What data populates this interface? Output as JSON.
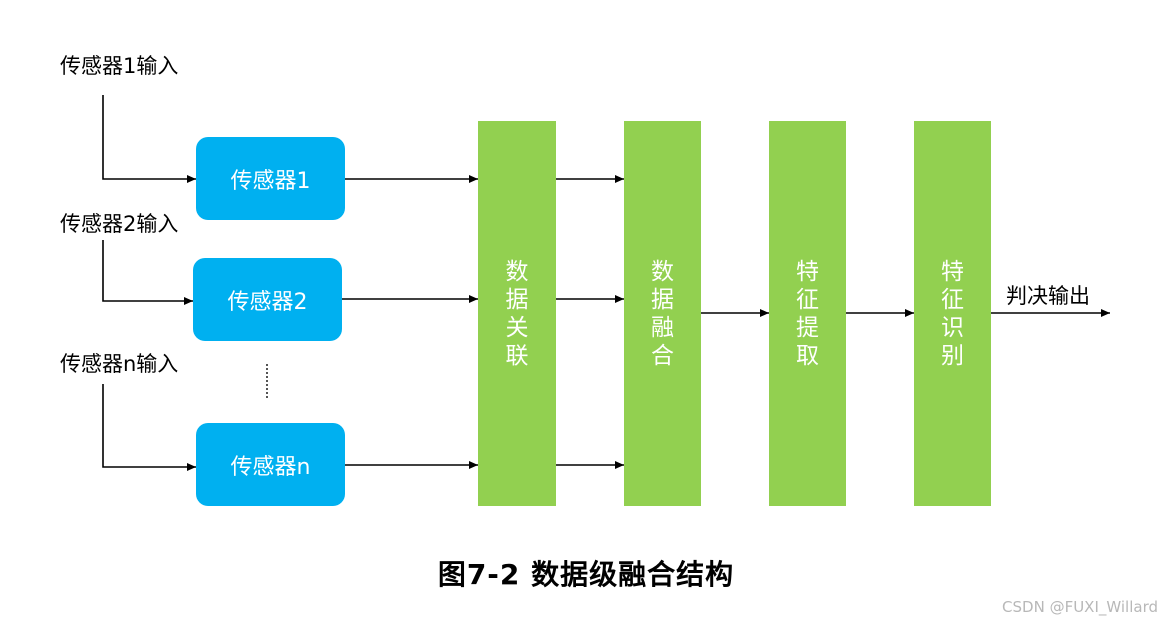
{
  "inputs": [
    {
      "label": "传感器1输入",
      "sensor": "传感器1"
    },
    {
      "label": "传感器2输入",
      "sensor": "传感器2"
    },
    {
      "label": "传感器n输入",
      "sensor": "传感器n"
    }
  ],
  "stages": [
    {
      "label": "数据关联"
    },
    {
      "label": "数据融合"
    },
    {
      "label": "特征提取"
    },
    {
      "label": "特征识别"
    }
  ],
  "output_label": "判决输出",
  "caption": "图7-2 数据级融合结构",
  "watermark": "CSDN @FUXI_Willard",
  "colors": {
    "sensor_fill": "#00b0f0",
    "stage_fill": "#92d050",
    "line": "#000000"
  }
}
